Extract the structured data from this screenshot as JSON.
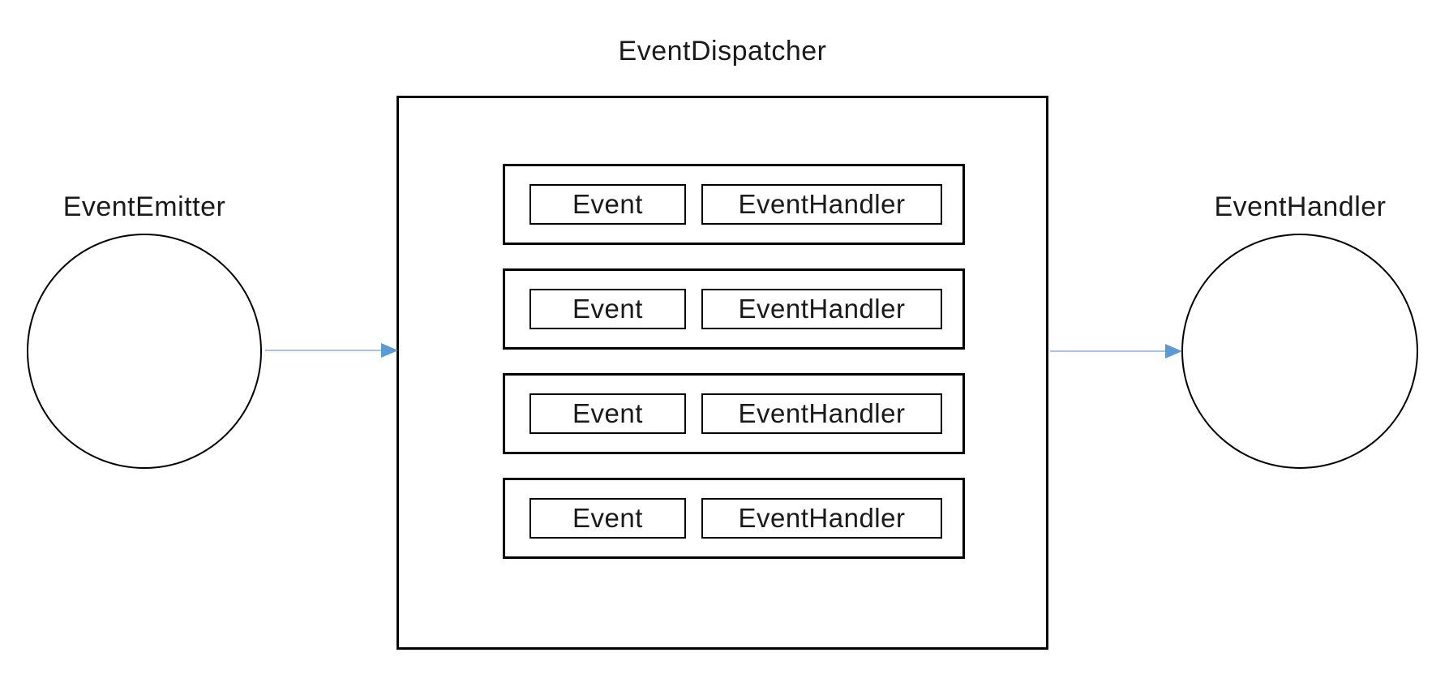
{
  "dispatcher": {
    "title": "EventDispatcher",
    "rows": [
      {
        "event": "Event",
        "handler": "EventHandler"
      },
      {
        "event": "Event",
        "handler": "EventHandler"
      },
      {
        "event": "Event",
        "handler": "EventHandler"
      },
      {
        "event": "Event",
        "handler": "EventHandler"
      }
    ]
  },
  "emitter": {
    "label": "EventEmitter"
  },
  "handler": {
    "label": "EventHandler"
  },
  "colors": {
    "outline": "#000000",
    "text": "#1a1a1a",
    "arrow_line": "#A6C3E7",
    "arrow_head": "#5B9BD5",
    "background": "#ffffff"
  }
}
